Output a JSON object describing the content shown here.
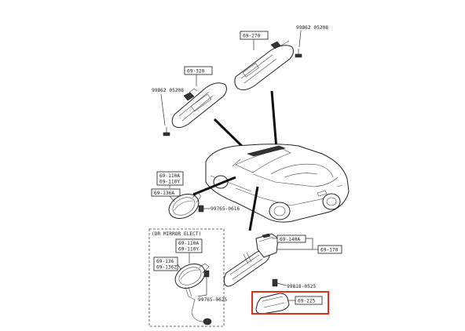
{
  "diagram": {
    "part_labels": {
      "visor_right": "69-270",
      "visor_left": "69-320",
      "screw_visor_right": "99862 05208",
      "screw_visor_left": "99862 05208",
      "mirror_outer_1": "69-110A",
      "mirror_outer_2": "69-110Y",
      "mirror_glass": "69-136A",
      "mirror_screw": "99765-0616",
      "elect_heading": "(DR MIRROR ELECT)",
      "elect_mirror_1": "69-110A",
      "elect_mirror_2": "69-110Y",
      "elect_glass_1": "69-136",
      "elect_glass_2": "69-136Z",
      "elect_screw": "99765-0625",
      "inner_mirror_a": "69-140A",
      "inner_mirror": "69-170",
      "inner_screw": "99818-0525",
      "map_lamp": "69-225"
    },
    "highlight_color": "#e0301e",
    "line_color": "#333333"
  }
}
